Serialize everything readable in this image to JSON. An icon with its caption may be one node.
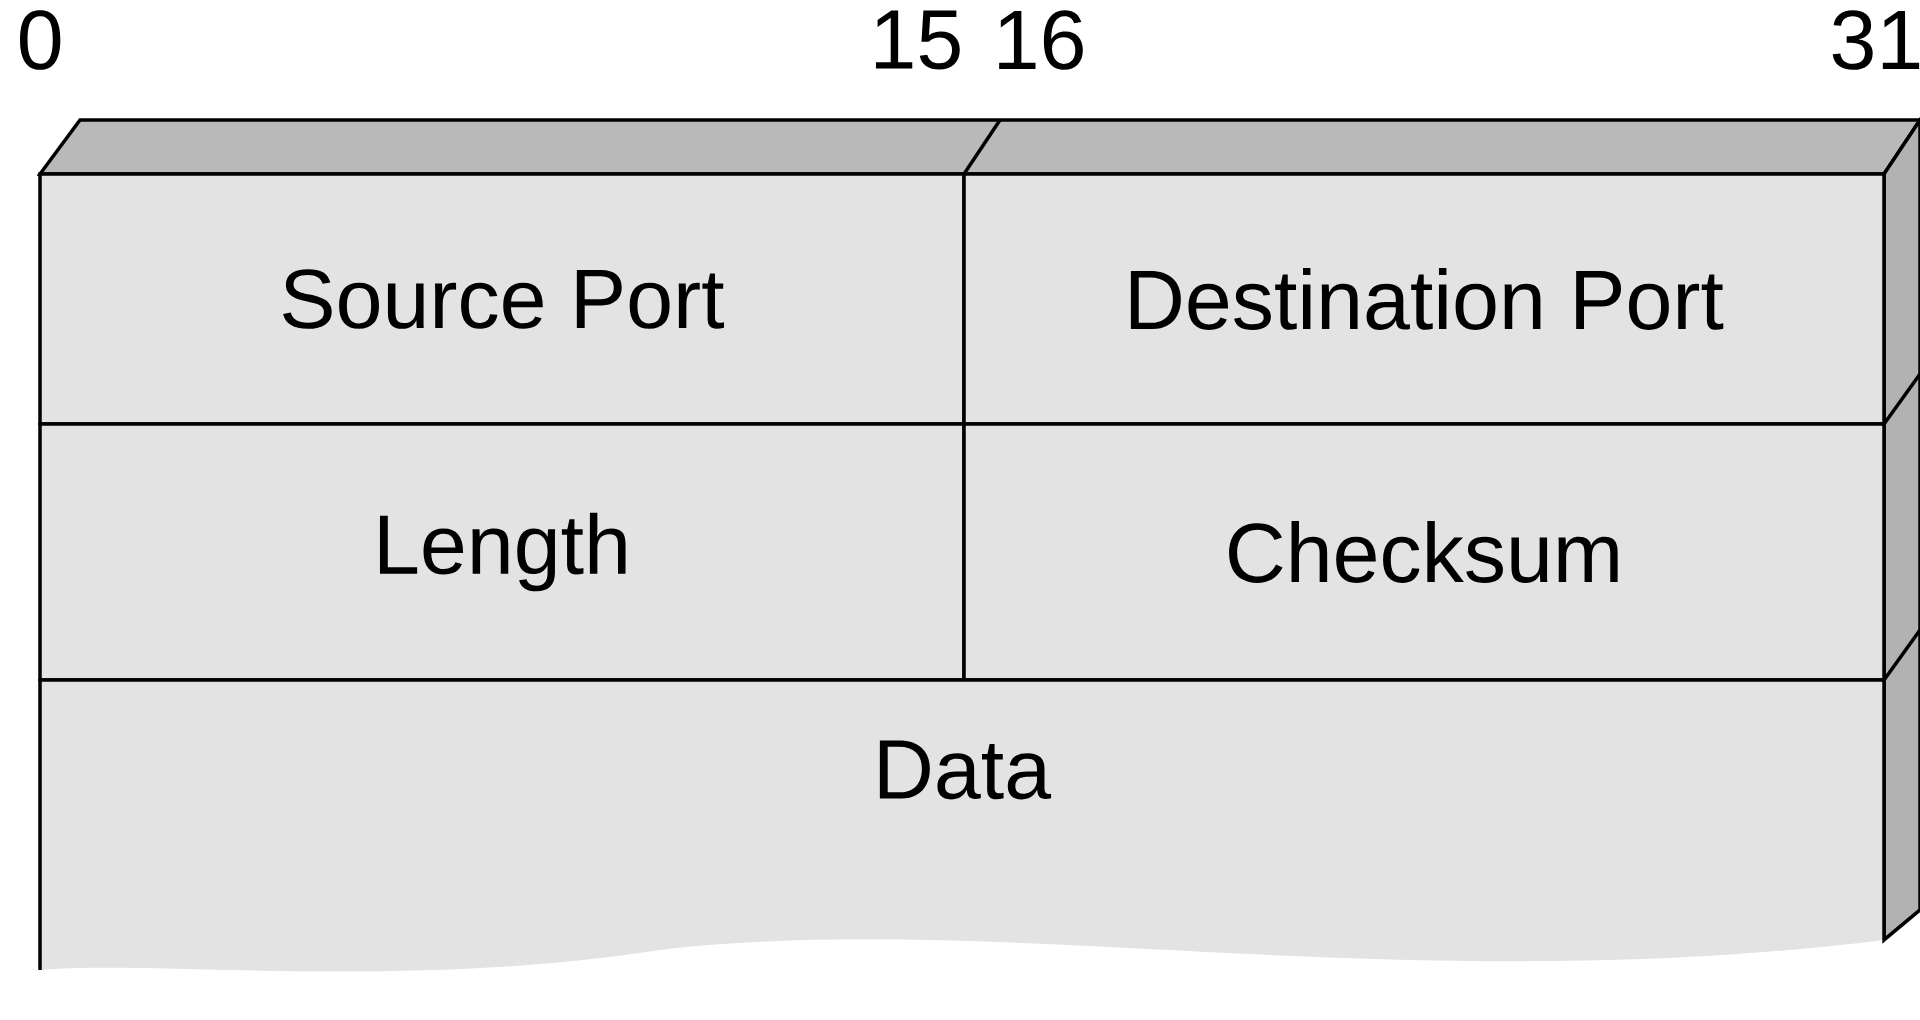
{
  "diagram": {
    "nodes": [
      {
        "text": [
          "Source Port"
        ]
      },
      {
        "text": [
          "Destination Port"
        ]
      },
      {
        "text": [
          "Length"
        ]
      },
      {
        "text": [
          "Checksum"
        ]
      },
      {
        "text": [
          "Data"
        ]
      }
    ],
    "labels": [
      "0",
      "15",
      "16",
      "31"
    ]
  }
}
